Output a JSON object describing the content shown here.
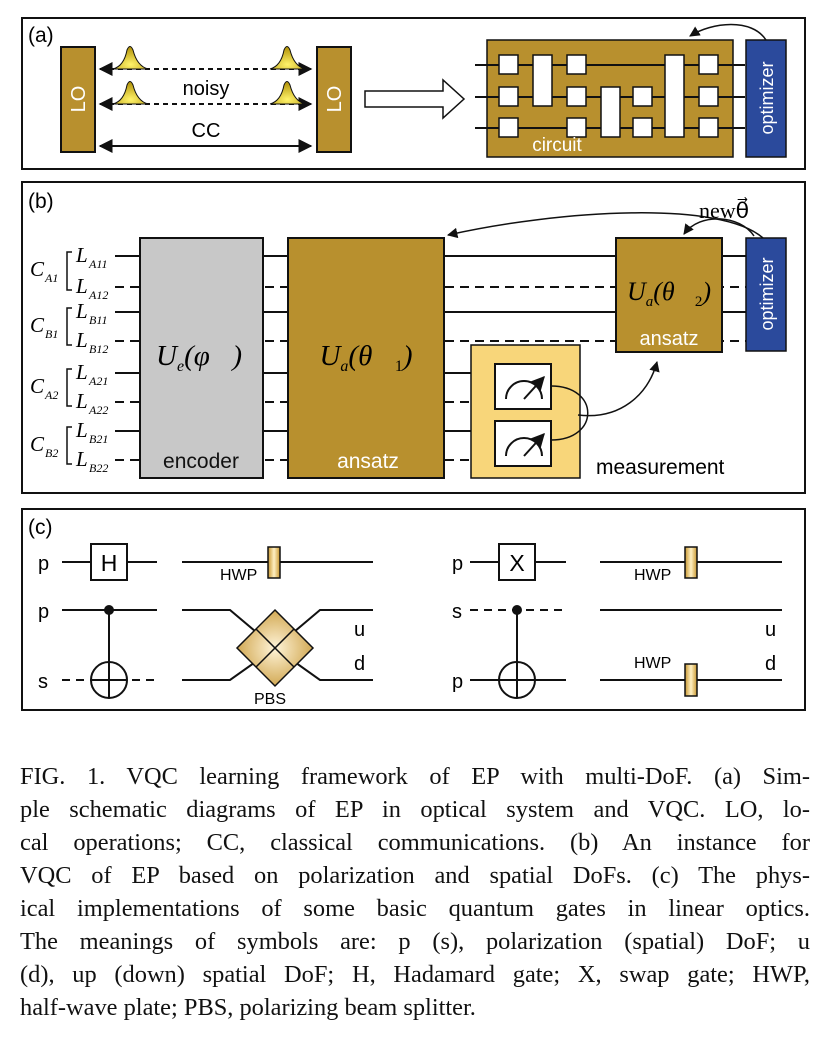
{
  "panel_a": {
    "label": "(a)",
    "lo_left": "LO",
    "lo_right": "LO",
    "noisy": "noisy",
    "cc": "CC",
    "circuit": "circuit",
    "optimizer": "optimizer"
  },
  "panel_b": {
    "label": "(b)",
    "new_theta": "newθ⃗",
    "groups": [
      {
        "c_main": "C",
        "c_sub": "A1",
        "l1_main": "L",
        "l1_sub": "A11",
        "l2_main": "L",
        "l2_sub": "A12"
      },
      {
        "c_main": "C",
        "c_sub": "B1",
        "l1_main": "L",
        "l1_sub": "B11",
        "l2_main": "L",
        "l2_sub": "B12"
      },
      {
        "c_main": "C",
        "c_sub": "A2",
        "l1_main": "L",
        "l1_sub": "A21",
        "l2_main": "L",
        "l2_sub": "A22"
      },
      {
        "c_main": "C",
        "c_sub": "B2",
        "l1_main": "L",
        "l1_sub": "B21",
        "l2_main": "L",
        "l2_sub": "B22"
      }
    ],
    "encoder_formula_main": "U",
    "encoder_formula_sub": "e",
    "encoder_formula_arg": "(φ⃗)",
    "encoder": "encoder",
    "ansatz1_formula_main": "U",
    "ansatz1_formula_sub": "a",
    "ansatz1_formula_arg": "(θ⃗",
    "ansatz1_formula_argsub": "1",
    "ansatz1_formula_close": ")",
    "ansatz1": "ansatz",
    "ansatz2_formula_main": "U",
    "ansatz2_formula_sub": "a",
    "ansatz2_formula_arg": "(θ⃗",
    "ansatz2_formula_argsub": "2",
    "ansatz2_formula_close": ")",
    "ansatz2": "ansatz",
    "optimizer": "optimizer",
    "measurement": "measurement"
  },
  "panel_c": {
    "label": "(c)",
    "h_row_p": "p",
    "h_gate": "H",
    "hwp_1": "HWP",
    "cnot_left_p": "p",
    "cnot_left_s": "s",
    "pbs": "PBS",
    "u_1": "u",
    "d_1": "d",
    "x_row_p": "p",
    "x_gate": "X",
    "hwp_2": "HWP",
    "cnot_right_s": "s",
    "cnot_right_p": "p",
    "u_2": "u",
    "hwp_3": "HWP",
    "d_2": "d"
  },
  "caption": [
    "FIG. 1.  VQC learning framework of EP with multi-DoF. (a) Sim-",
    "ple schematic diagrams of EP in optical system and VQC. LO, lo-",
    "cal operations; CC, classical communications.  (b) An instance for",
    "VQC of EP based on polarization and spatial DoFs.  (c) The phys-",
    "ical implementations of some basic quantum gates in linear optics.",
    "The meanings of symbols are:  p (s), polarization (spatial) DoF; u",
    "(d), up (down) spatial DoF; H, Hadamard gate; X, swap gate; HWP,",
    "half-wave plate; PBS, polarizing beam splitter."
  ],
  "colors": {
    "gold": "#B8902E",
    "gold_light": "#F8D67A",
    "optimizer_blue": "#2B4A9C",
    "encoder_gray": "#C8C8C8"
  }
}
